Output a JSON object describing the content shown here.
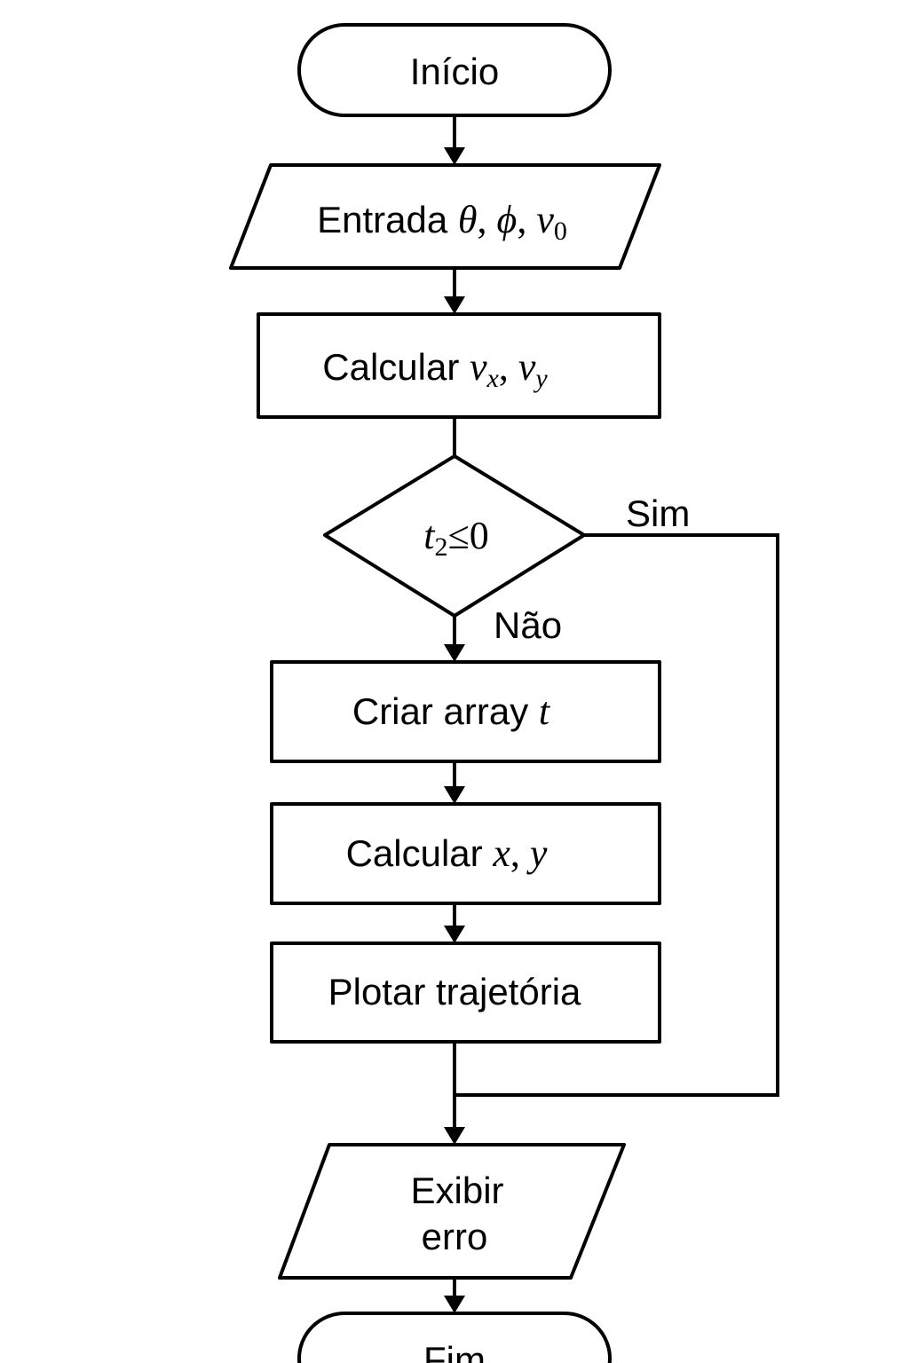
{
  "nodes": {
    "start": {
      "label": "Início"
    },
    "input": {
      "label": "Entrada",
      "vars": [
        "θ",
        "ϕ",
        "v"
      ],
      "sub": "0"
    },
    "calc_v": {
      "label": "Calcular",
      "var1": "v",
      "sub1": "x",
      "var2": "v",
      "sub2": "y"
    },
    "decision": {
      "var": "t",
      "sub": "2",
      "op": "≤",
      "value": "0"
    },
    "create_array": {
      "label": "Criar array",
      "var": "t"
    },
    "calc_xy": {
      "label": "Calcular",
      "var1": "x",
      "var2": "y"
    },
    "plot": {
      "label": "Plotar trajetória"
    },
    "error": {
      "line1": "Exibir",
      "line2": "erro"
    },
    "end": {
      "label": "Fim"
    }
  },
  "branches": {
    "yes": "Sim",
    "no": "Não"
  },
  "colors": {
    "stroke": "#000000",
    "background": "#ffffff"
  }
}
